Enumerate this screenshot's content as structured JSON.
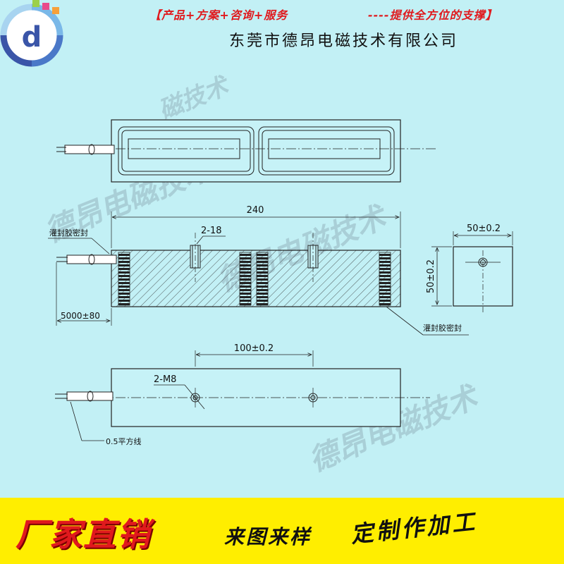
{
  "header": {
    "slogan_left": "【产品+方案+咨询+服务",
    "slogan_right": "----提供全方位的支撑】",
    "company": "东莞市德昂电磁技术有限公司"
  },
  "watermarks": [
    "磁技术",
    "德昂电磁技术",
    "德昂电磁技术",
    "德昂电磁技术"
  ],
  "drawing": {
    "dim_length": "240",
    "dim_hole_top": "2-18",
    "dim_lead": "5000±80",
    "label_potting_left": "灌封胶密封",
    "label_potting_right": "灌封胶密封",
    "dim_width": "50±0.2",
    "dim_height": "50±0.2",
    "dim_pitch": "100±0.2",
    "dim_thread": "2-M8",
    "label_wire": "0.5平方线"
  },
  "banner": {
    "left": "厂家直销",
    "mid": "来图来样",
    "right": "定制作加工"
  },
  "colors": {
    "background": "#c2f0f5",
    "banner": "#ffee00",
    "accent_red": "#e0191d"
  }
}
